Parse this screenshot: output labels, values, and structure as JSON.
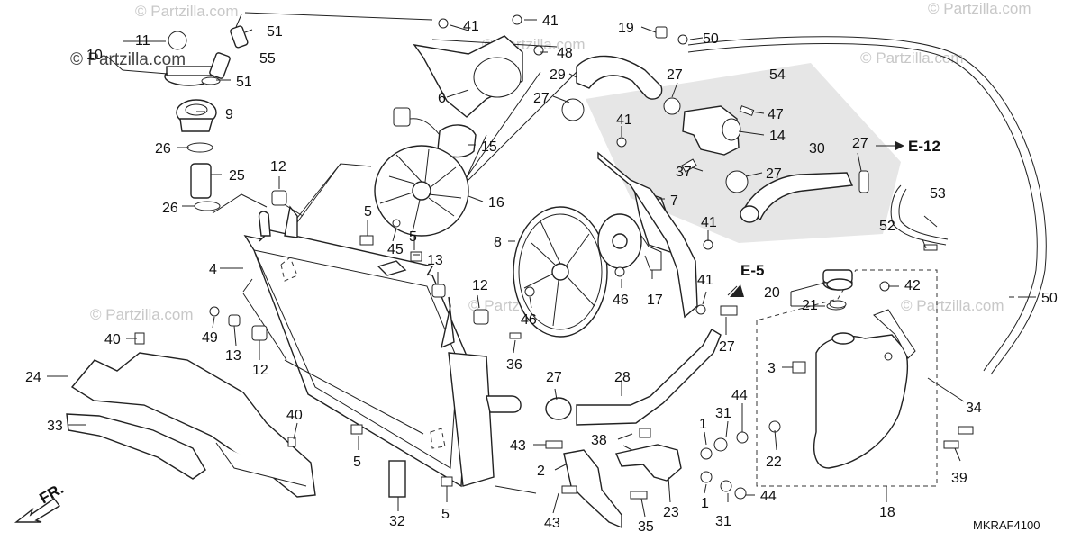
{
  "watermarks": {
    "main": "© Partzilla.com",
    "repeats": [
      "© Partzilla.com",
      "© Partzilla.com",
      "© Partzilla.com",
      "© Partzilla.com",
      "© Partzilla.com",
      "© Partzilla.com"
    ]
  },
  "diagram_code": "MKRAF4100",
  "direction_label": "FR.",
  "refs": {
    "e12": "E-12",
    "e5": "E-5"
  },
  "callouts": {
    "c1_top": "1",
    "c1_bot": "1",
    "c2": "2",
    "c3": "3",
    "c4": "4",
    "c5_a": "5",
    "c5_b": "5",
    "c5_c": "5",
    "c5_d": "5",
    "c6": "6",
    "c7": "7",
    "c8": "8",
    "c9": "9",
    "c10": "10",
    "c11": "11",
    "c12_a": "12",
    "c12_b": "12",
    "c12_c": "12",
    "c13_a": "13",
    "c13_b": "13",
    "c14": "14",
    "c15": "15",
    "c16": "16",
    "c17": "17",
    "c18": "18",
    "c19": "19",
    "c20": "20",
    "c21": "21",
    "c22": "22",
    "c23": "23",
    "c24": "24",
    "c25": "25",
    "c26_a": "26",
    "c26_b": "26",
    "c27_a": "27",
    "c27_b": "27",
    "c27_c": "27",
    "c27_d": "27",
    "c27_e": "27",
    "c27_f": "27",
    "c28": "28",
    "c29": "29",
    "c30": "30",
    "c31_a": "31",
    "c31_b": "31",
    "c32": "32",
    "c33": "33",
    "c34": "34",
    "c35": "35",
    "c36": "36",
    "c37": "37",
    "c38": "38",
    "c39": "39",
    "c40_a": "40",
    "c40_b": "40",
    "c41_a": "41",
    "c41_b": "41",
    "c41_c": "41",
    "c41_d": "41",
    "c41_e": "41",
    "c42": "42",
    "c43_a": "43",
    "c43_b": "43",
    "c44_a": "44",
    "c44_b": "44",
    "c45": "45",
    "c46_a": "46",
    "c46_b": "46",
    "c47": "47",
    "c48": "48",
    "c49": "49",
    "c50_a": "50",
    "c50_b": "50",
    "c51_a": "51",
    "c51_b": "51",
    "c52": "52",
    "c53": "53",
    "c54": "54",
    "c55": "55"
  }
}
